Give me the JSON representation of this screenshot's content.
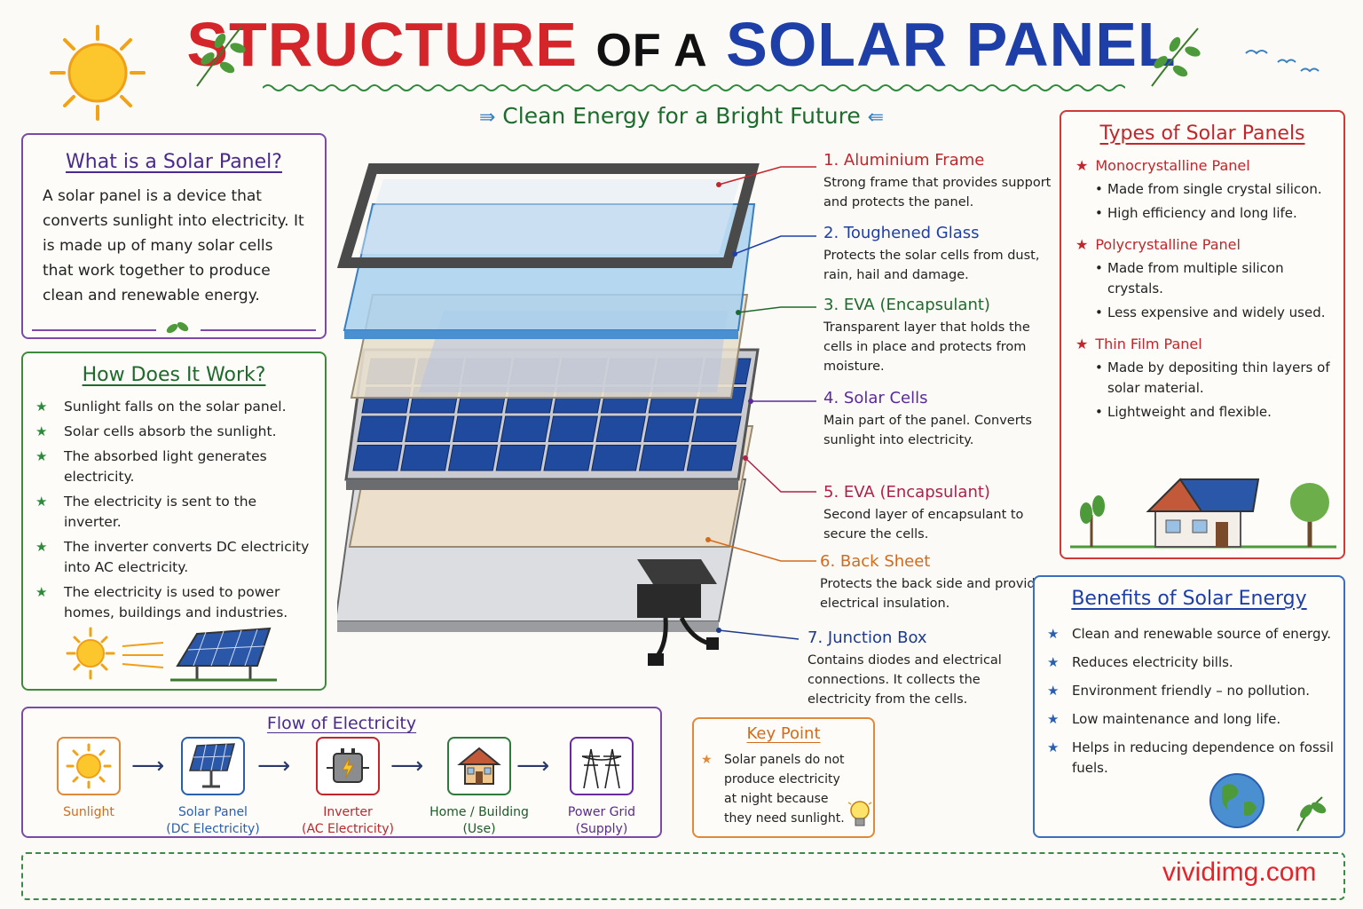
{
  "header": {
    "title_part1": "STRUCTURE",
    "title_part2": "OF A",
    "title_part3": "SOLAR PANEL",
    "subtitle": "Clean Energy for a Bright Future"
  },
  "what_is": {
    "title": "What is a Solar Panel?",
    "text": "A solar panel is a device that converts sunlight into electricity. It is made up of many solar cells that work together to produce clean and renewable energy."
  },
  "how_it_works": {
    "title": "How Does It Work?",
    "items": [
      "Sunlight falls on the solar panel.",
      "Solar cells absorb the sunlight.",
      "The absorbed light generates electricity.",
      "The electricity is sent to the inverter.",
      "The inverter converts DC electricity into AC electricity.",
      "The electricity is used to power homes, buildings and industries."
    ]
  },
  "layers": [
    {
      "title": "1. Aluminium Frame",
      "desc": "Strong frame that provides support and protects the panel.",
      "color": "#c0262b"
    },
    {
      "title": "2. Toughened Glass",
      "desc": "Protects the solar cells from dust, rain, hail and damage.",
      "color": "#1f3fa8"
    },
    {
      "title": "3. EVA (Encapsulant)",
      "desc": "Transparent layer that holds the cells in place and protects from moisture.",
      "color": "#1e6a2c"
    },
    {
      "title": "4. Solar Cells",
      "desc": "Main part of the panel. Converts sunlight into electricity.",
      "color": "#5a2a9c"
    },
    {
      "title": "5. EVA (Encapsulant)",
      "desc": "Second layer of encapsulant to secure the cells.",
      "color": "#b0204a"
    },
    {
      "title": "6. Back Sheet",
      "desc": "Protects the back side and provides electrical insulation.",
      "color": "#d36b1c"
    },
    {
      "title": "7. Junction Box",
      "desc": "Contains diodes and electrical connections. It collects the electricity from the cells.",
      "color": "#1f3a8a"
    }
  ],
  "types": {
    "title": "Types of Solar Panels",
    "panels": [
      {
        "name": "Monocrystalline Panel",
        "points": [
          "Made from single crystal silicon.",
          "High efficiency and long life."
        ]
      },
      {
        "name": "Polycrystalline Panel",
        "points": [
          "Made from multiple silicon crystals.",
          "Less expensive and widely used."
        ]
      },
      {
        "name": "Thin Film Panel",
        "points": [
          "Made by depositing thin layers of solar material.",
          "Lightweight and flexible."
        ]
      }
    ]
  },
  "benefits": {
    "title": "Benefits of Solar Energy",
    "items": [
      "Clean and renewable source of energy.",
      "Reduces electricity bills.",
      "Environment friendly – no pollution.",
      "Low maintenance and long life.",
      "Helps in reducing dependence on fossil fuels."
    ]
  },
  "flow": {
    "title": "Flow of Electricity",
    "steps": [
      {
        "label1": "Sunlight",
        "label2": "",
        "color": "#e0893a",
        "icon": "sun-icon"
      },
      {
        "label1": "Solar Panel",
        "label2": "(DC Electricity)",
        "color": "#2a5fb0",
        "icon": "solar-panel-icon"
      },
      {
        "label1": "Inverter",
        "label2": "(AC Electricity)",
        "color": "#c0262b",
        "icon": "inverter-icon"
      },
      {
        "label1": "Home / Building",
        "label2": "(Use)",
        "color": "#2e7a3a",
        "icon": "house-icon"
      },
      {
        "label1": "Power Grid",
        "label2": "(Supply)",
        "color": "#6a2a9c",
        "icon": "power-tower-icon"
      }
    ]
  },
  "key_point": {
    "title": "Key Point",
    "text": "Solar panels do not produce electricity at night because they need sunlight."
  },
  "watermark": "vividimg.com"
}
